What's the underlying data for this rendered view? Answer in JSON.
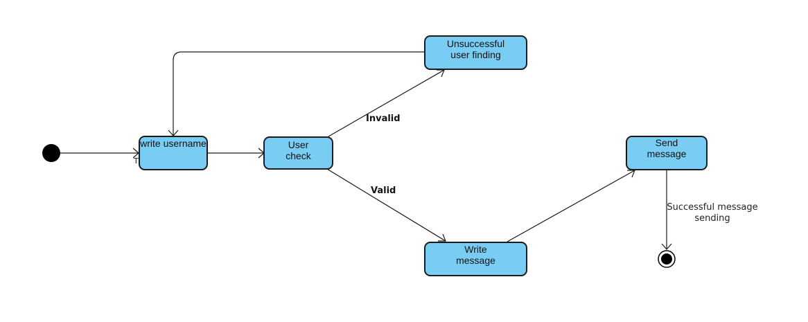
{
  "diagram": {
    "states": {
      "write_username": "write username",
      "user_check_line1": "User",
      "user_check_line2": "check",
      "unsuccessful_line1": "Unsuccessful",
      "unsuccessful_line2": "user finding",
      "write_message_line1": "Write",
      "write_message_line2": "message",
      "send_message_line1": "Send",
      "send_message_line2": "message"
    },
    "transitions": {
      "invalid": "Invalid",
      "valid": "Valid",
      "success_line1": "Successful message",
      "success_line2": "sending",
      "partial_fragment": "T"
    },
    "colors": {
      "state_fill": "#79cdf2",
      "stroke": "#1a1a1a"
    }
  }
}
